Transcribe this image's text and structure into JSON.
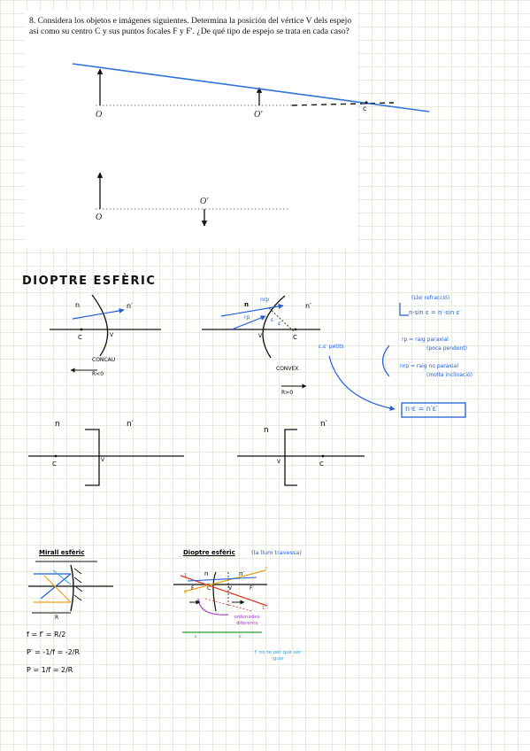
{
  "problem": {
    "number": "8.",
    "text": "Considera los objetos e imágenes siguientes. Determina la posición del vértice V dels espejo así como su centro C y sus puntos focales F y F′. ¿De qué tipo de espejo se trata en cada caso?",
    "fig1": {
      "o": "O",
      "o_prime": "O′",
      "c": "c"
    },
    "fig2": {
      "o": "O",
      "o_prime": "O′"
    }
  },
  "dioptre": {
    "title": "DIOPTRE ESFÈRIC",
    "concave": {
      "n": "n",
      "n_prime": "n′",
      "c": "C",
      "v": "V",
      "label": "CONCAU",
      "radius": "R<0"
    },
    "convex": {
      "n": "n",
      "n_prime": "n′",
      "c": "C",
      "v": "V",
      "rp": "rp",
      "nrp": "nrp",
      "eps": "ε",
      "eps_prime": "ε′",
      "label": "CONVEX",
      "radius": "R>0",
      "note": "ε;ε′ petits"
    },
    "flat_left": {
      "n": "n",
      "n_prime": "n′",
      "c": "C",
      "v": "V"
    },
    "flat_right": {
      "n": "n",
      "n_prime": "n′",
      "c": "C",
      "v": "V"
    },
    "notes": {
      "snell_title": "(Llei refracció)",
      "snell_eq": "n·sin ε = n′·sin ε′",
      "rp": "rp = raig paraxial",
      "rp_sub": "(poca pendent)",
      "nrp": "nrp = raig no paraxial",
      "nrp_sub": "(molta inclinació)",
      "boxed": "n·ε = n′ε′"
    }
  },
  "mirall": {
    "title": "Mirall esfèric",
    "r": "R",
    "eq1": "f = f′ = R/2",
    "eq2": "P′ = -1/f = -2/R",
    "eq3": "P = 1/f = 2/R"
  },
  "dioptre2": {
    "title": "Dioptre esfèric",
    "subtitle": "(la llum travessa)",
    "labels": {
      "n": "n",
      "n_prime": "n′",
      "f": "F",
      "c": "C",
      "v": "V",
      "f_prime": "F′",
      "one": "1",
      "two": "2",
      "two_prime": "2′",
      "one_prime": "1′",
      "eps": "ε",
      "eps_prime": "ε′"
    },
    "purple_note": "ordenades diferents",
    "blue_note": "f′ no té per què ser igual"
  }
}
